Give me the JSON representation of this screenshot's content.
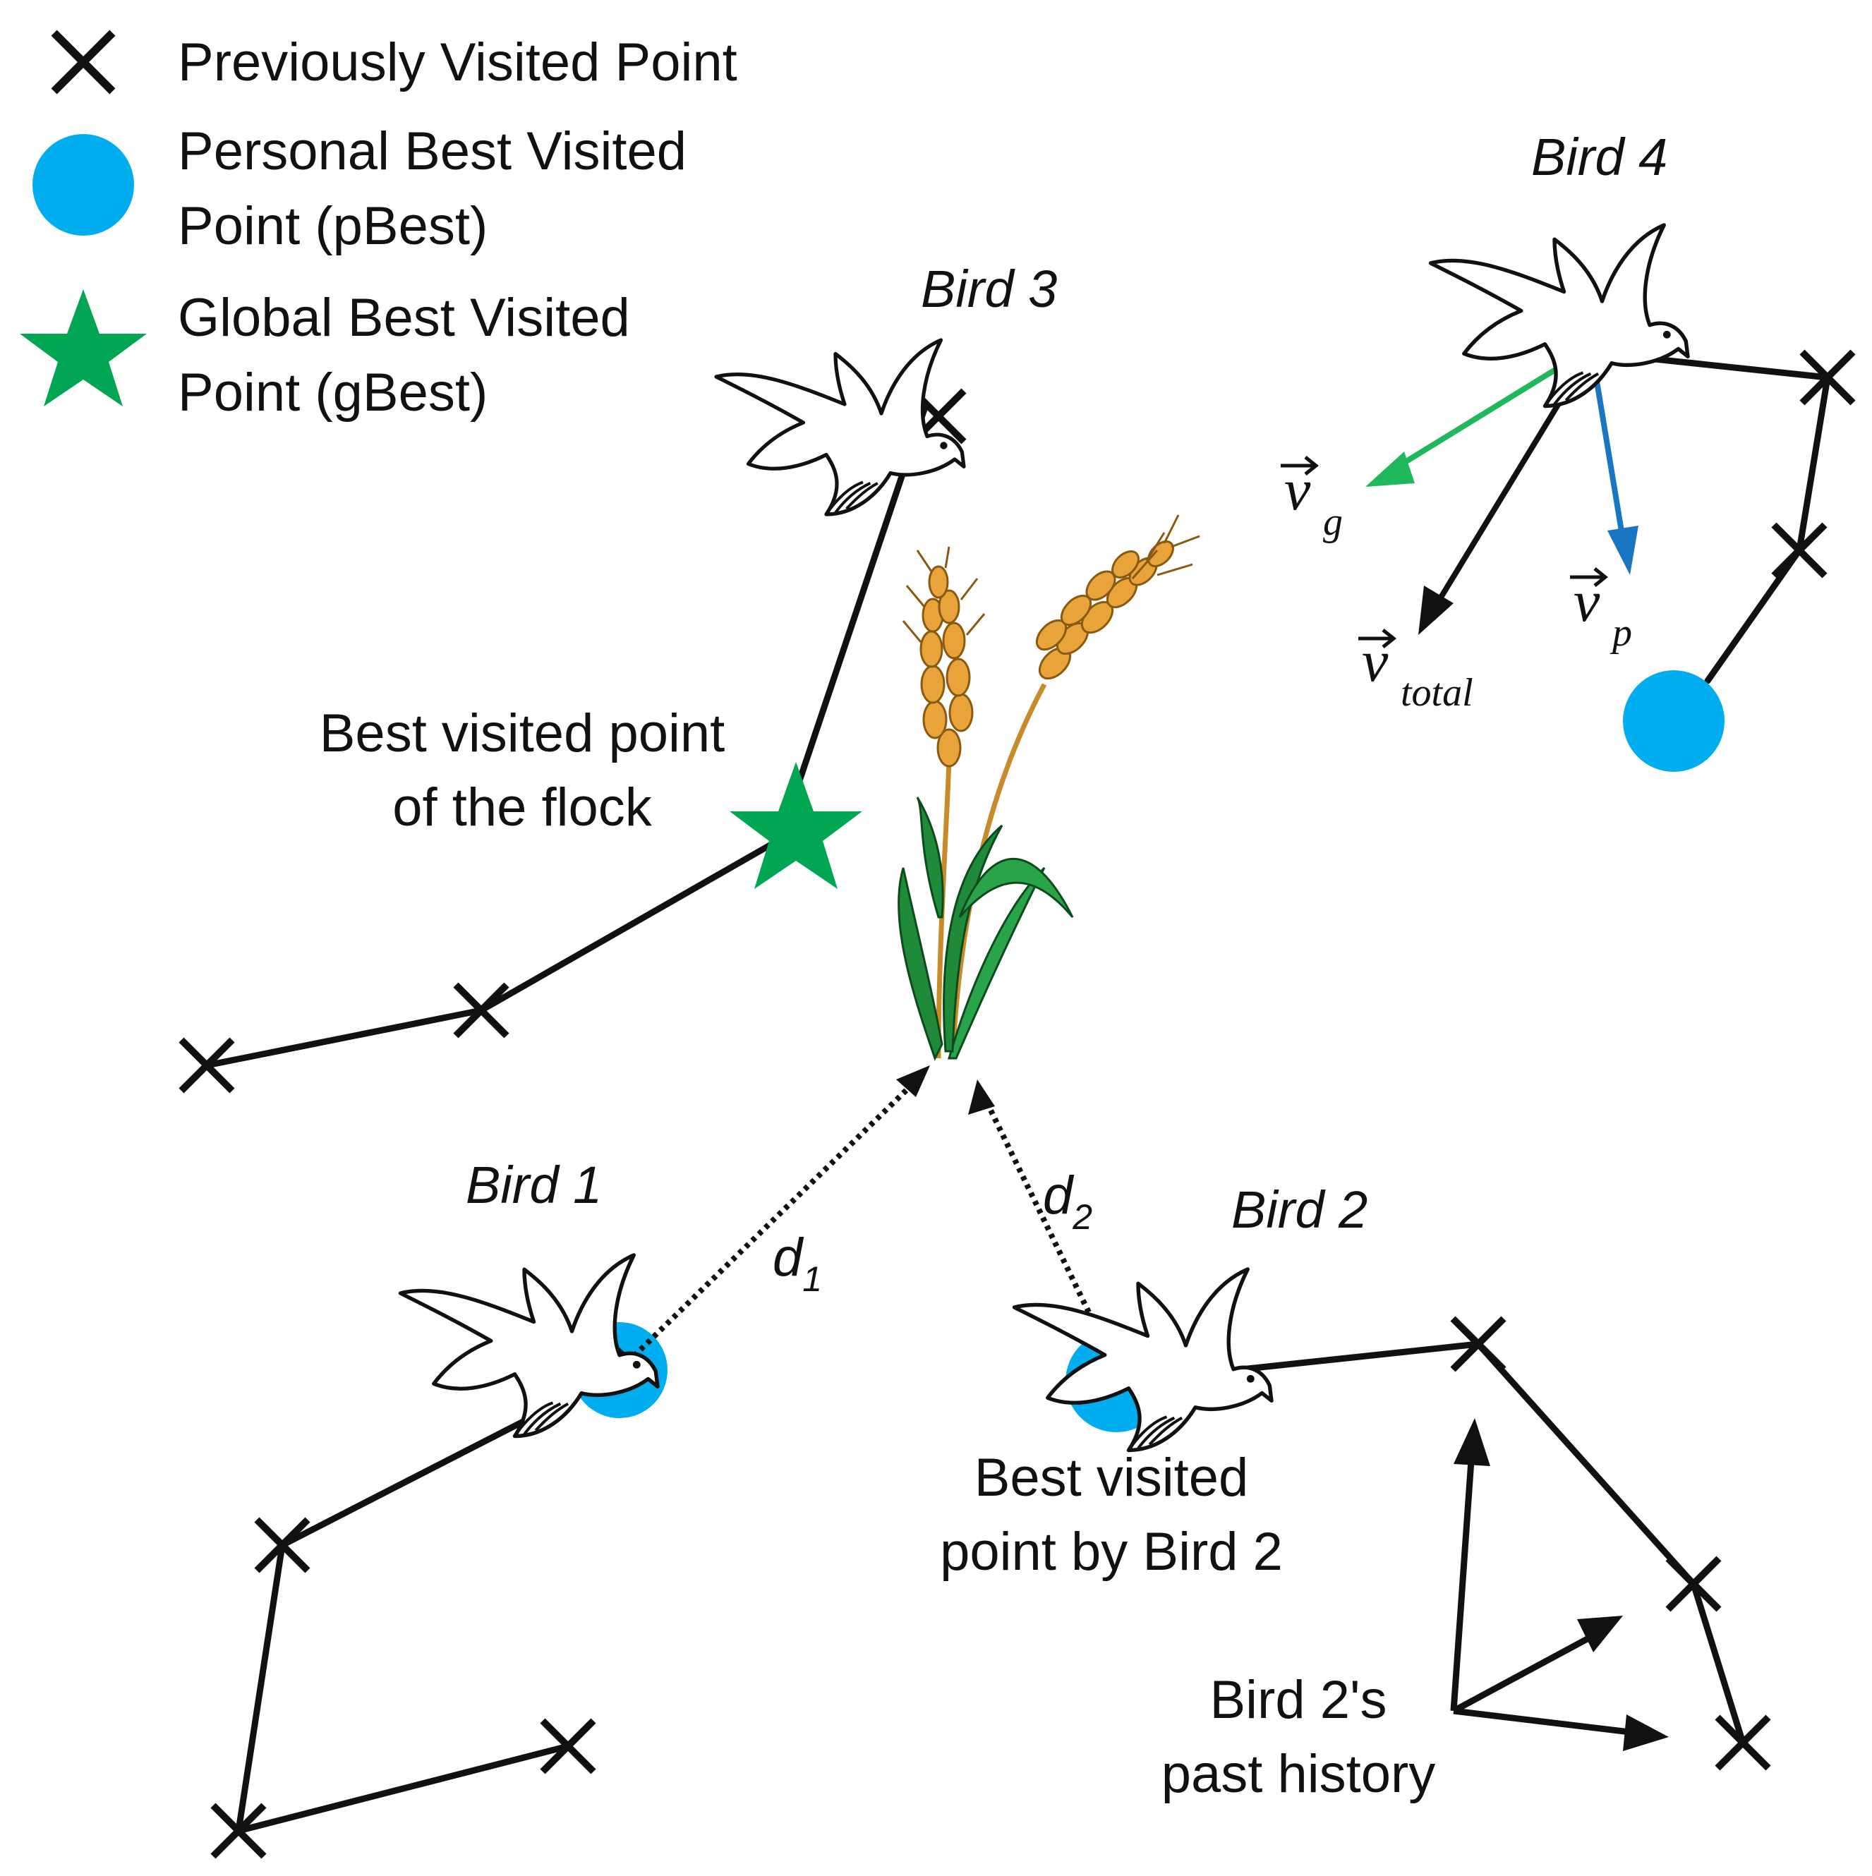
{
  "colors": {
    "pbest": "#00aeef",
    "gbest": "#00a651",
    "vg": "#1fb85a",
    "vp": "#1a75c4",
    "line": "#111111"
  },
  "legend": {
    "previous": "Previously Visited Point",
    "pbest_line1": "Personal Best Visited",
    "pbest_line2": "Point (pBest)",
    "gbest_line1": "Global Best Visited",
    "gbest_line2": "Point (gBest)"
  },
  "birds": {
    "bird1": "Bird 1",
    "bird2": "Bird 2",
    "bird3": "Bird 3",
    "bird4": "Bird 4"
  },
  "annotations": {
    "flock_best_line1": "Best visited point",
    "flock_best_line2": "of the flock",
    "bird2_best_line1": "Best visited",
    "bird2_best_line2": "point by Bird 2",
    "history_line1": "Bird 2's",
    "history_line2": "past history"
  },
  "distances": {
    "d1_main": "d",
    "d1_sub": "1",
    "d2_main": "d",
    "d2_sub": "2"
  },
  "vectors": {
    "vg_main": "v",
    "vg_sub": "g",
    "vp_main": "v",
    "vp_sub": "p",
    "vtotal_main": "v",
    "vtotal_sub": "total"
  }
}
